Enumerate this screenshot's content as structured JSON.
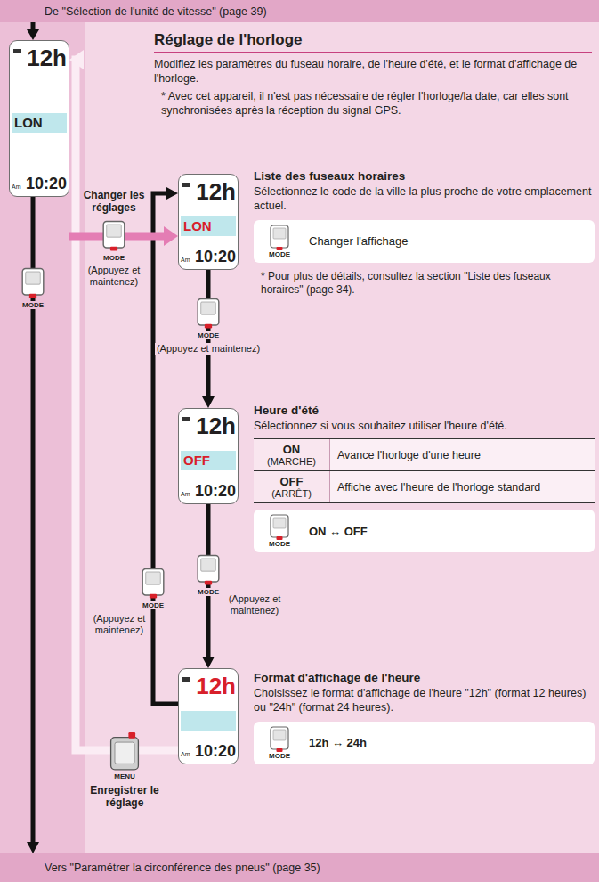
{
  "diagram": {
    "nodes": [
      {
        "text": [
          "De \"Sélection de l'unité de vitesse\" (page 39)"
        ]
      },
      {
        "text": [
          "Réglage de l'horloge",
          "Modifiez les paramètres du fuseau horaire, de l'heure d'été, et le format d'affichage de l'horloge.",
          "* Avec cet appareil, il n'est pas nécessaire de régler l'horloge/la date, car elles sont synchronisées après la réception du signal GPS."
        ]
      },
      {
        "text": [
          "12h",
          "LON",
          "Am",
          "10:20"
        ]
      },
      {
        "text": [
          "12h",
          "LON",
          "Am",
          "10:20"
        ],
        "in": 1
      },
      {
        "text": [
          "12h",
          "OFF",
          "Am",
          "10:20"
        ],
        "in": 1
      },
      {
        "text": [
          "12h",
          "Am",
          "10:20"
        ],
        "in": 1
      },
      {
        "text": [
          "Liste des fuseaux horaires",
          "Sélectionnez le code de la ville la plus proche de votre emplacement actuel.",
          "* Pour plus de détails, consultez la section \"Liste des fuseaux horaires\" (page 34)."
        ],
        "in": 1
      },
      {
        "text": [
          "MODE",
          "Changer l'affichage"
        ],
        "in": 6
      },
      {
        "text": [
          "Heure d'été",
          "Sélectionnez si vous souhaitez utiliser l'heure d'été."
        ],
        "in": 1
      },
      {
        "text": [
          "MODE",
          "ON ↔ OFF"
        ],
        "in": 8
      },
      {
        "text": [
          "Format d'affichage de l'heure",
          "Choisissez le format d'affichage de l'heure \"12h\" (format 12 heures) ou \"24h\" (format 24 heures)."
        ],
        "in": 1
      },
      {
        "text": [
          "MODE",
          "12h ↔ 24h"
        ],
        "in": 10
      },
      {
        "text": [
          "Vers \"Paramétrer la circonférence des pneus\" (page 35)"
        ]
      }
    ],
    "edges": [
      {
        "from": 0,
        "to": 2,
        "arrow": "to"
      },
      {
        "from": 2,
        "to": 12,
        "arrow": "to",
        "label": "MODE"
      },
      {
        "from": 2,
        "to": 3,
        "arrow": "to",
        "label": "Changer les réglages"
      },
      {
        "from": 3,
        "to": 4,
        "arrow": "to",
        "label": "MODE"
      },
      {
        "from": 4,
        "to": 5,
        "arrow": "to",
        "label": "MODE"
      },
      {
        "from": 5,
        "to": 3,
        "arrow": "to",
        "label": "MODE"
      },
      {
        "from": 5,
        "to": 2,
        "arrow": "to",
        "label": "Enregistrer le réglage"
      }
    ],
    "labels": [
      "MODE",
      "(Appuyez et maintenez)",
      "(Appuyez et maintenez)",
      "(Appuyez et maintenez)",
      "(Appuyez et maintenez)",
      "MENU",
      "ON",
      "(MARCHE)",
      "Avance l'horloge d'une heure",
      "OFF",
      "(ARRÊT)",
      "Affiche avec l'heure de l'horloge standard"
    ]
  }
}
